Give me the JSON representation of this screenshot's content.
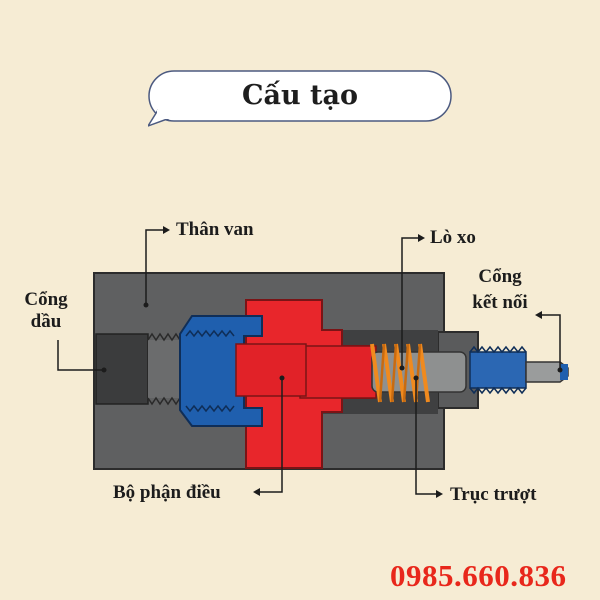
{
  "title": "Cấu tạo",
  "labels": {
    "than_van": "Thân van",
    "cong_dau_line1": "Cổng",
    "cong_dau_line2": "dầu",
    "lo_xo": "Lò xo",
    "cong_ket_noi_line1": "Cổng",
    "cong_ket_noi_line2": "kết nối",
    "bo_phan_dieu": "Bộ phận điều",
    "truc_truot": "Trục trượt"
  },
  "phone": "0985.660.836",
  "colors": {
    "background": "#f6ecd4",
    "body_gray": "#5f6061",
    "body_dark": "#4a4b4c",
    "red_part": "#e8262b",
    "blue_part": "#1f5fae",
    "spring": "#f08a1e",
    "phone": "#e8271b",
    "bubble_border": "#4c5a80"
  }
}
